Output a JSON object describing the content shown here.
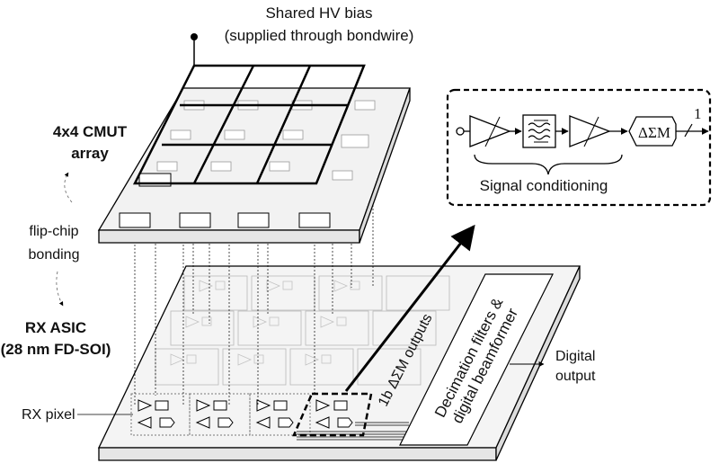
{
  "labels": {
    "hv_bias_line1": "Shared HV bias",
    "hv_bias_line2": "(supplied through bondwire)",
    "cmut_line1": "4x4 CMUT",
    "cmut_line2": "array",
    "flip_chip_line1": "flip-chip",
    "flip_chip_line2": "bonding",
    "asic_line1": "RX ASIC",
    "asic_line2": "(28 nm FD-SOI)",
    "rx_pixel": "RX pixel",
    "outputs_label": "1b ΔΣM outputs",
    "decimation_line1": "Decimation filters &",
    "decimation_line2": "digital beamformer",
    "digital_output_line1": "Digital",
    "digital_output_line2": "output",
    "signal_conditioning": "Signal conditioning",
    "adc_label": "ΔΣM",
    "bit_width": "1"
  },
  "icons": [
    "amplifier-icon",
    "bandpass-filter-icon",
    "variable-gain-amplifier-icon",
    "delta-sigma-modulator-icon"
  ]
}
